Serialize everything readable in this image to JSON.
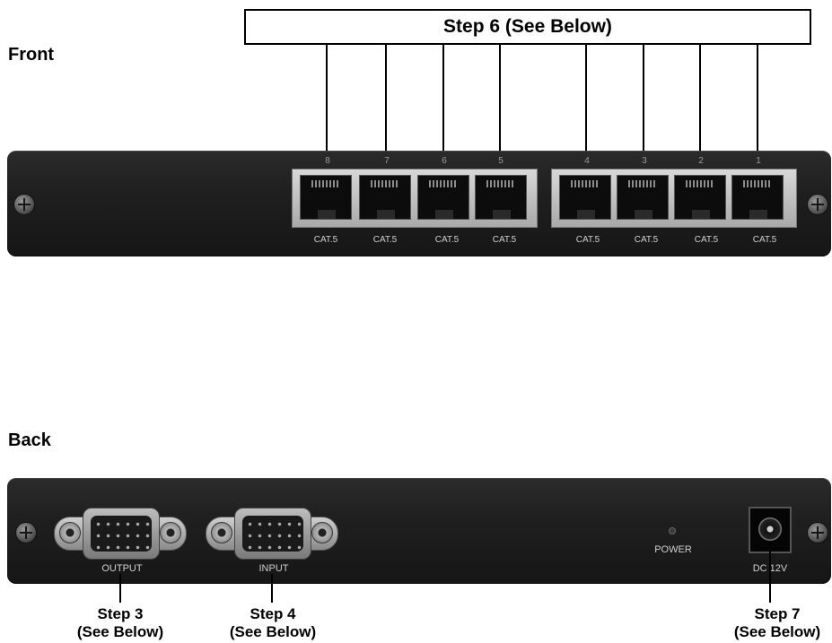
{
  "labels": {
    "front": "Front",
    "back": "Back"
  },
  "front_panel": {
    "step_box": "Step 6  (See Below)",
    "port_numbers": [
      "8",
      "7",
      "6",
      "5",
      "4",
      "3",
      "2",
      "1"
    ],
    "port_labels": [
      "CAT.5",
      "CAT.5",
      "CAT.5",
      "CAT.5",
      "CAT.5",
      "CAT.5",
      "CAT.5",
      "CAT.5"
    ]
  },
  "back_panel": {
    "output_label": "OUTPUT",
    "input_label": "INPUT",
    "power_label": "POWER",
    "dc_label": "DC 12V",
    "step3": [
      "Step 3",
      "(See Below)"
    ],
    "step4": [
      "Step 4",
      "(See Below)"
    ],
    "step7": [
      "Step 7",
      "(See Below)"
    ]
  },
  "icons": {
    "screw": "phillips-screw-icon",
    "rj45": "rj45-port-icon",
    "vga": "vga-connector-icon",
    "dc": "dc-power-jack-icon",
    "led": "power-led-icon"
  },
  "colors": {
    "panel": "#1f1f1f",
    "port_bezel": "#c0c0c0",
    "callout": "#000000"
  }
}
